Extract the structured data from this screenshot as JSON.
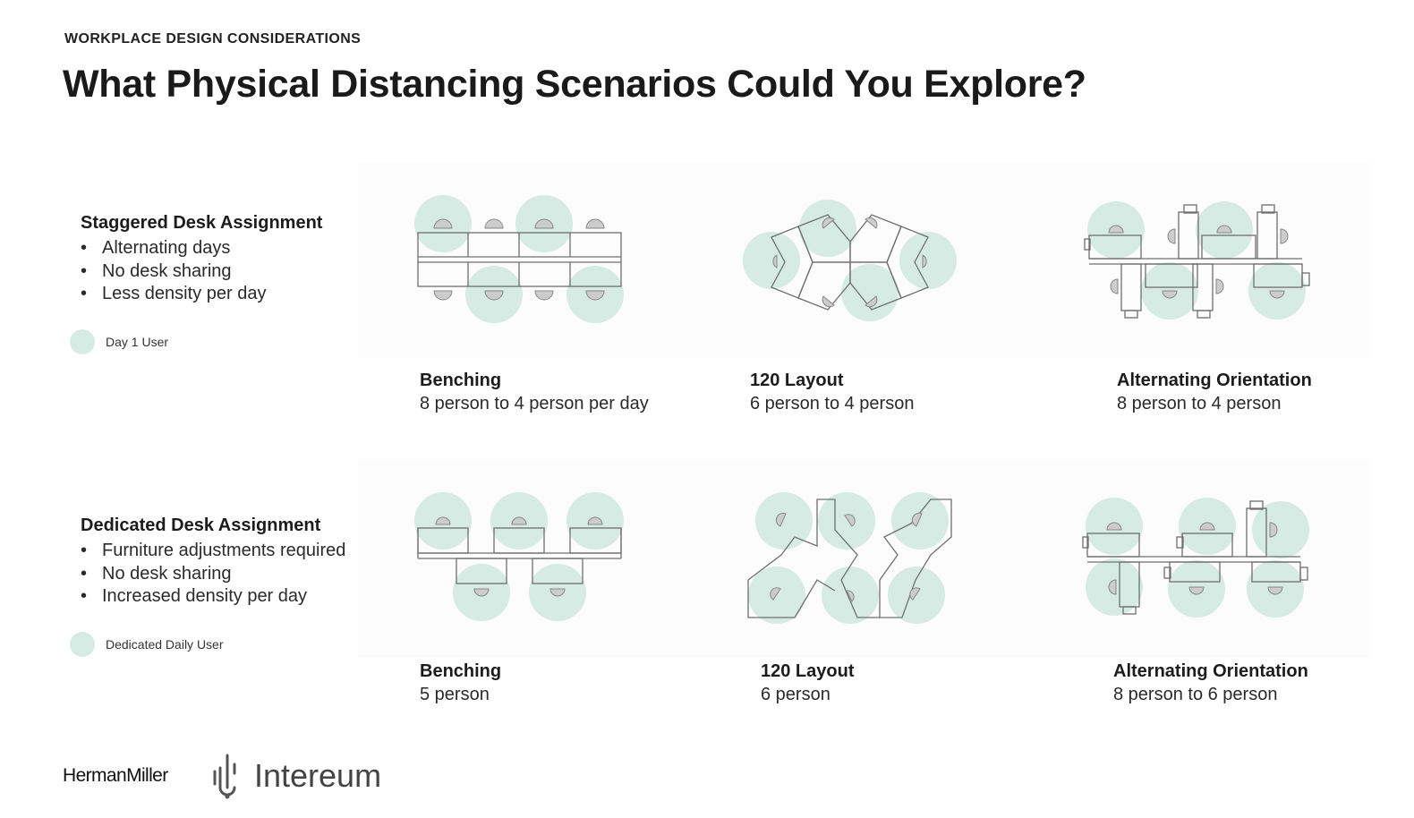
{
  "header": {
    "eyebrow": "WORKPLACE DESIGN CONSIDERATIONS",
    "title": "What Physical Distancing Scenarios Could You Explore?"
  },
  "rows": [
    {
      "title": "Staggered Desk Assignment",
      "bullets": [
        "Alternating days",
        "No desk sharing",
        "Less density per day"
      ],
      "legend": "Day 1 User",
      "layouts": [
        {
          "title": "Benching",
          "subtitle": "8 person to 4 person per day"
        },
        {
          "title": "120 Layout",
          "subtitle": "6 person to 4 person"
        },
        {
          "title": "Alternating Orientation",
          "subtitle": "8 person to 4 person"
        }
      ]
    },
    {
      "title": "Dedicated Desk Assignment",
      "bullets": [
        "Furniture adjustments required",
        "No desk sharing",
        "Increased density per day"
      ],
      "legend": "Dedicated Daily User",
      "layouts": [
        {
          "title": "Benching",
          "subtitle": "5 person"
        },
        {
          "title": "120 Layout",
          "subtitle": "6 person"
        },
        {
          "title": "Alternating Orientation",
          "subtitle": "8 person to 6 person"
        }
      ]
    }
  ],
  "footer": {
    "brand_1": "HermanMiller",
    "brand_2": "Intereum"
  },
  "colors": {
    "user_circle": "#d6ebe3",
    "line": "#6f6f6f",
    "chair": "#a9a9a9"
  }
}
